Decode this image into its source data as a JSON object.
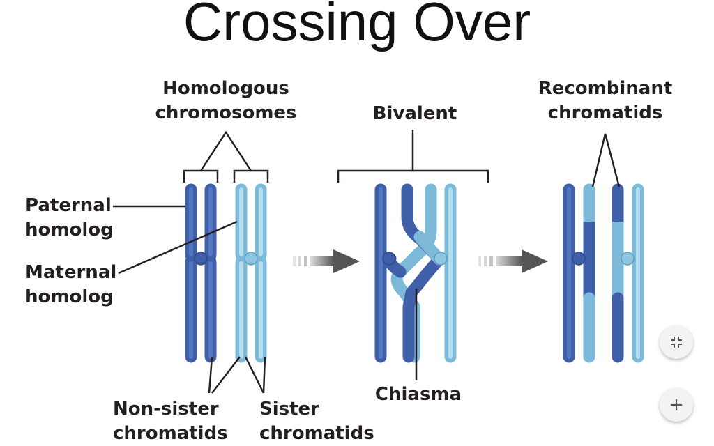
{
  "title": "Crossing Over",
  "labels": {
    "homologous_1": "Homologous",
    "homologous_2": "chromosomes",
    "bivalent": "Bivalent",
    "recombinant_1": "Recombinant",
    "recombinant_2": "chromatids",
    "paternal_1": "Paternal",
    "paternal_2": "homolog",
    "maternal_1": "Maternal",
    "maternal_2": "homolog",
    "chiasma": "Chiasma",
    "nonsister_1": "Non-sister",
    "nonsister_2": "chromatids",
    "sister_1": "Sister",
    "sister_2": "chromatids"
  },
  "controls": {
    "collapse_icon": "collapse-icon",
    "zoom_in_icon": "plus-icon",
    "zoom_in_glyph": "+"
  },
  "colors": {
    "paternal": "#4a6cb8",
    "maternal": "#8ec6e2",
    "arrow": "#555555"
  }
}
